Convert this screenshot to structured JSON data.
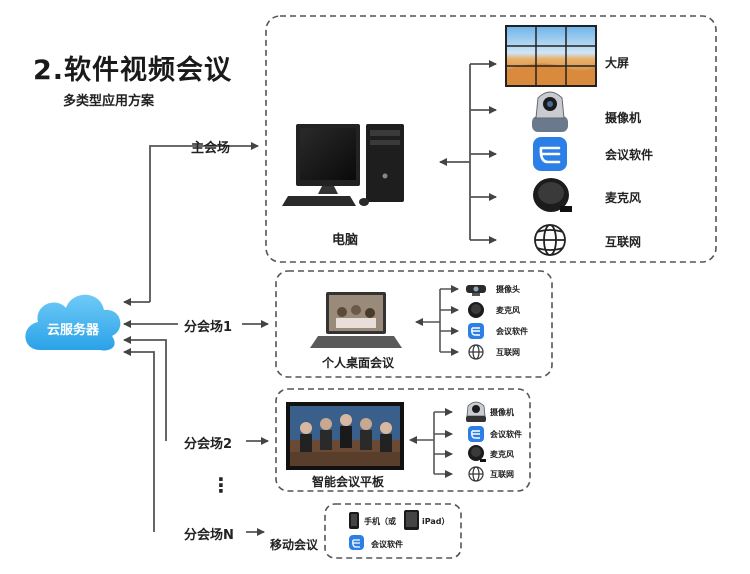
{
  "title": "2.软件视频会议",
  "subtitle": "多类型应用方案",
  "cloud": {
    "label": "云服务器"
  },
  "venues": {
    "main": "主会场",
    "sub1": "分会场1",
    "sub2": "分会场2",
    "subN": "分会场N",
    "ellipsis": "⋮"
  },
  "main_room": {
    "device_label": "电脑",
    "peripherals": [
      {
        "label": "大屏",
        "icon": "video-wall-icon"
      },
      {
        "label": "摄像机",
        "icon": "camera-icon"
      },
      {
        "label": "会议软件",
        "icon": "conference-software-icon"
      },
      {
        "label": "麦克风",
        "icon": "microphone-icon"
      },
      {
        "label": "互联网",
        "icon": "globe-icon"
      }
    ]
  },
  "sub1_room": {
    "device_label": "个人桌面会议",
    "peripherals": [
      {
        "label": "摄像头",
        "icon": "webcam-icon"
      },
      {
        "label": "麦克风",
        "icon": "microphone-icon"
      },
      {
        "label": "会议软件",
        "icon": "conference-software-icon"
      },
      {
        "label": "互联网",
        "icon": "globe-icon"
      }
    ]
  },
  "sub2_room": {
    "device_label": "智能会议平板",
    "peripherals": [
      {
        "label": "摄像机",
        "icon": "camera-icon"
      },
      {
        "label": "会议软件",
        "icon": "conference-software-icon"
      },
      {
        "label": "麦克风",
        "icon": "microphone-icon"
      },
      {
        "label": "互联网",
        "icon": "globe-icon"
      }
    ]
  },
  "mobile_room": {
    "device_label": "移动会议",
    "phone_label": "手机（或",
    "ipad_label": "iPad）",
    "software_label": "会议软件"
  },
  "colors": {
    "cloud": "#3fb0ee",
    "software_icon": "#2b7fe6",
    "line": "#555555",
    "dash_border": "#555555"
  }
}
